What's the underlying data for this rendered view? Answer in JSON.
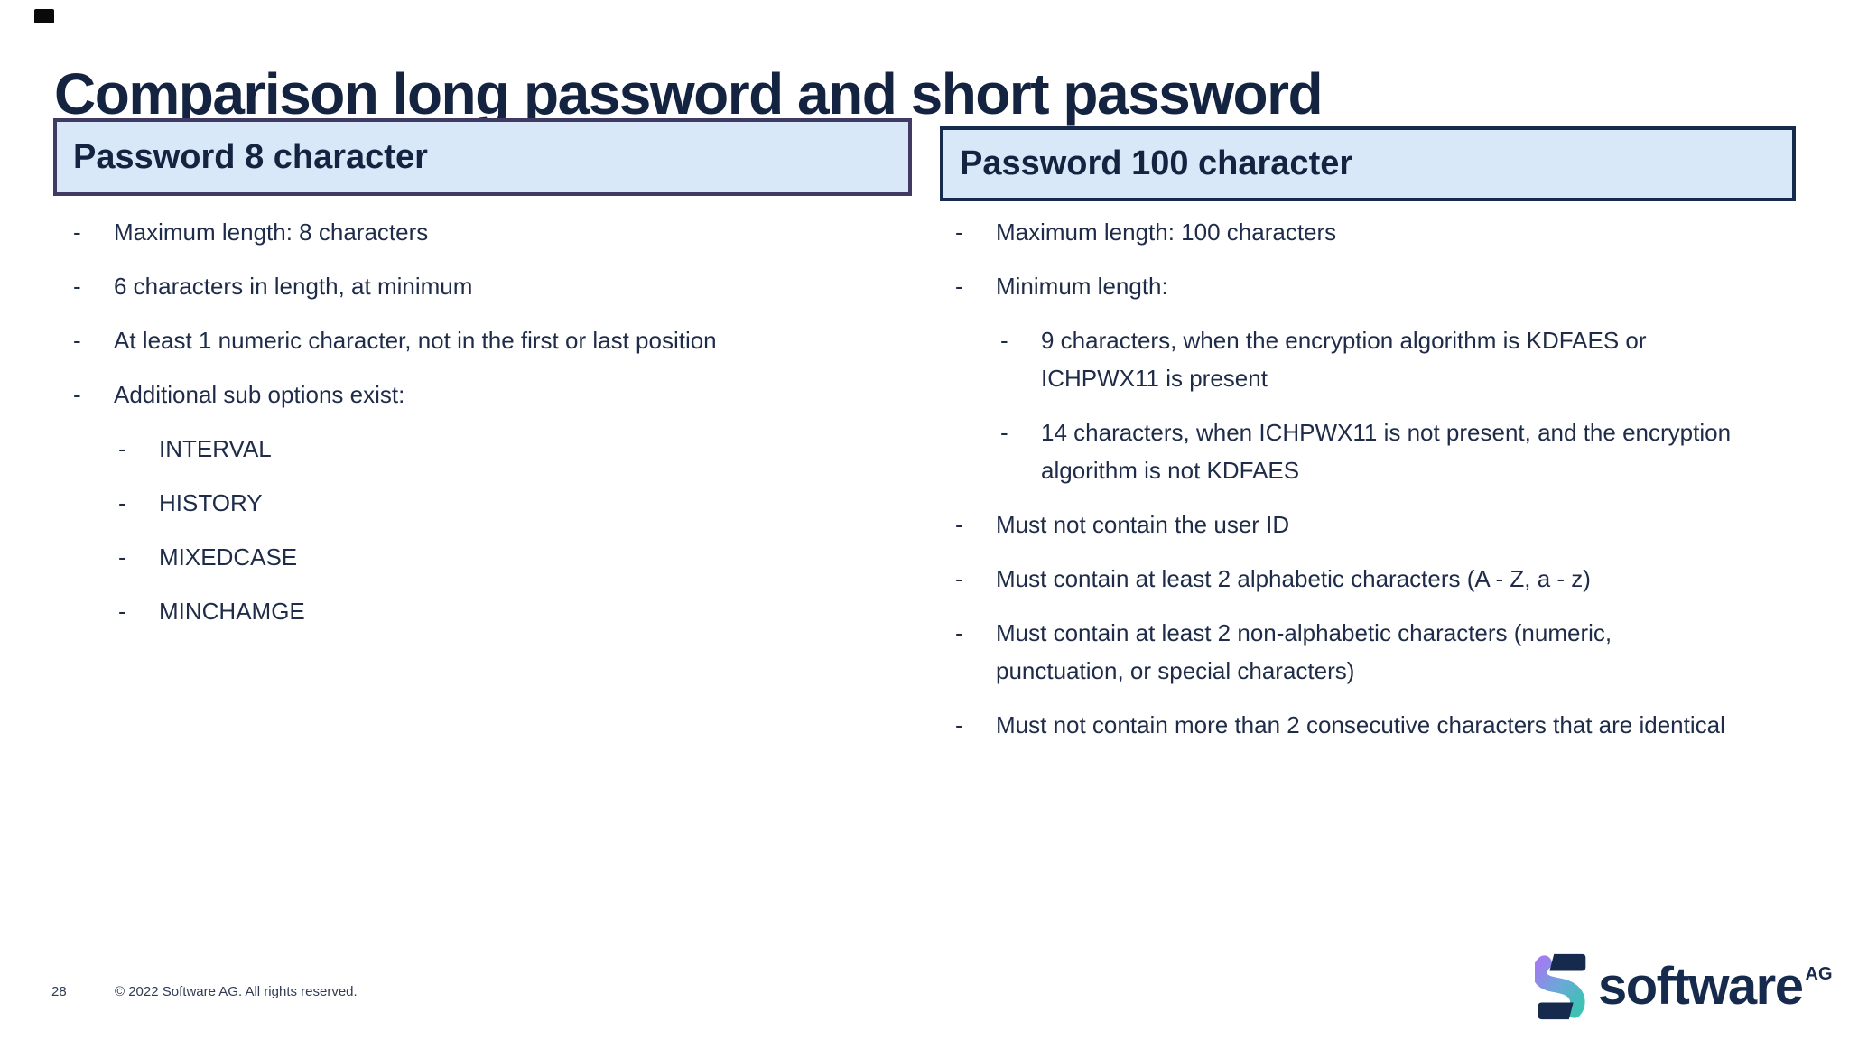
{
  "slide": {
    "title": "Comparison long password and short password",
    "footer": {
      "page_number": "28",
      "copyright": "© 2022 Software AG. All rights reserved."
    }
  },
  "left_panel": {
    "header": "Password 8 character",
    "items": [
      {
        "level": 1,
        "text": "Maximum length: 8 characters"
      },
      {
        "level": 1,
        "text": "6 characters in length, at minimum"
      },
      {
        "level": 1,
        "text": "At least 1 numeric character, not in the first or last position"
      },
      {
        "level": 1,
        "text": "Additional sub options exist:"
      },
      {
        "level": 2,
        "text": "INTERVAL"
      },
      {
        "level": 2,
        "text": "HISTORY"
      },
      {
        "level": 2,
        "text": "MIXEDCASE"
      },
      {
        "level": 2,
        "text": "MINCHAMGE"
      }
    ]
  },
  "right_panel": {
    "header": "Password 100 character",
    "items": [
      {
        "level": 1,
        "text": "Maximum length: 100 characters"
      },
      {
        "level": 1,
        "text": "Minimum length:"
      },
      {
        "level": 2,
        "text": "9 characters, when the encryption algorithm is KDFAES or ICHPWX11 is present"
      },
      {
        "level": 2,
        "text": "14 characters, when ICHPWX11 is not present, and the encryption algorithm is not KDFAES"
      },
      {
        "level": 1,
        "text": "Must not contain the user ID"
      },
      {
        "level": 1,
        "text": "Must contain at least 2 alphabetic characters (A - Z, a - z)"
      },
      {
        "level": 1,
        "text": "Must contain at least 2 non-alphabetic characters (numeric, punctuation, or special characters)"
      },
      {
        "level": 1,
        "text": "Must not contain more than 2 consecutive characters that are identical"
      }
    ]
  },
  "logo": {
    "brand": "software",
    "suffix": "AG"
  },
  "colors": {
    "body_text": "#1f2c49",
    "title_text": "#142440",
    "panel_fill": "#d9e8f8",
    "left_panel_border": "#3f3b63",
    "right_panel_border": "#152a4c",
    "logo_navy": "#152a4c",
    "logo_gradient_start": "#a07df0",
    "logo_gradient_end": "#3cc2b2",
    "footer_text": "#2e3c55"
  }
}
